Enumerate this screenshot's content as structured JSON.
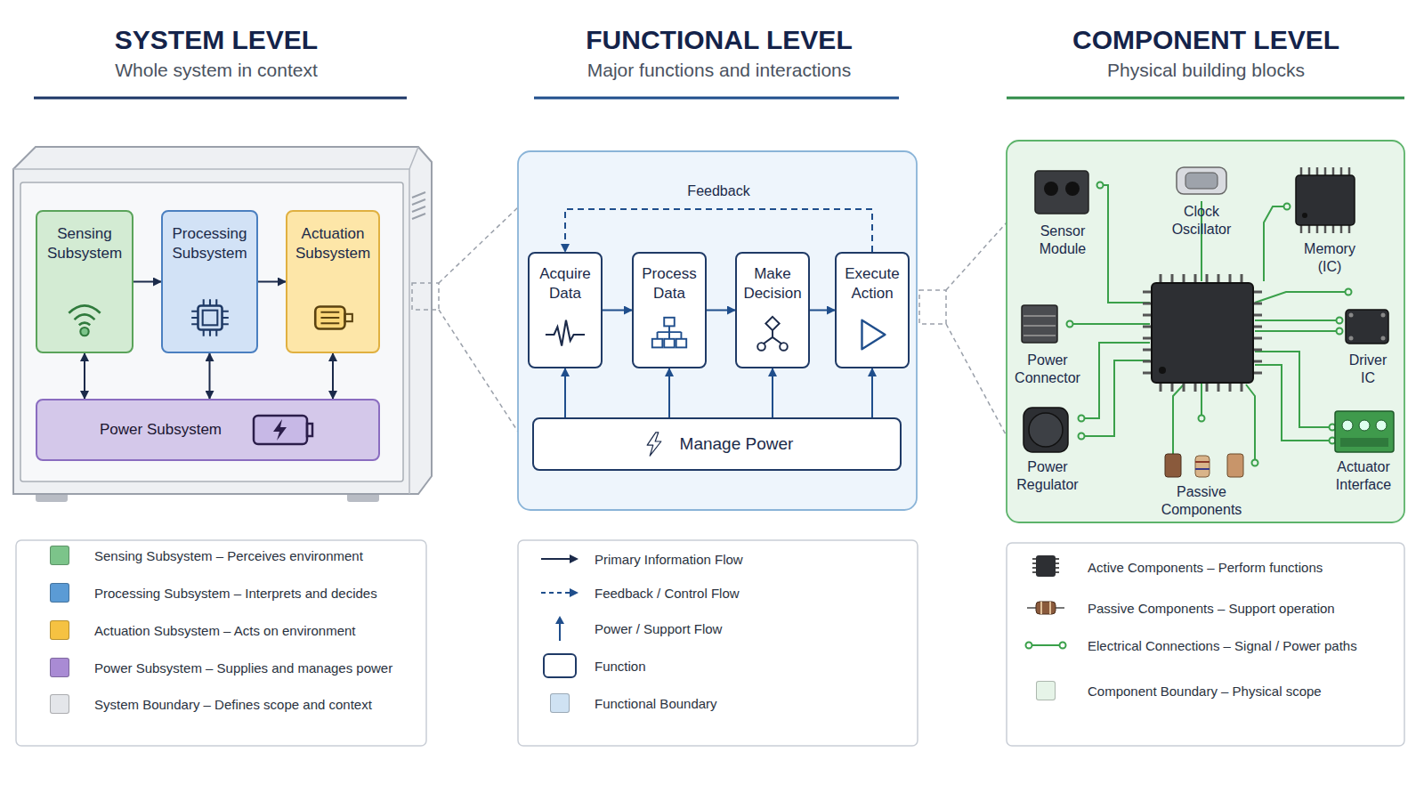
{
  "diagram": {
    "nodes": [
      {
        "text": [
          "Sensing Subsystem"
        ]
      },
      {
        "text": [
          "Processing Subsystem"
        ]
      },
      {
        "text": [
          "Actuation Subsystem"
        ]
      },
      {
        "text": [
          "Power Subsystem"
        ]
      },
      {
        "text": [
          "Acquire Data"
        ]
      },
      {
        "text": [
          "Process Data"
        ]
      },
      {
        "text": [
          "Make Decision"
        ]
      },
      {
        "text": [
          "Execute Action"
        ]
      },
      {
        "text": [
          "Manage Power"
        ]
      }
    ],
    "edges": [
      {
        "from": 0,
        "to": 1,
        "arrow": "to"
      },
      {
        "from": 1,
        "to": 2,
        "arrow": "to"
      },
      {
        "from": 3,
        "to": 0,
        "arrow": "both"
      },
      {
        "from": 3,
        "to": 1,
        "arrow": "both"
      },
      {
        "from": 3,
        "to": 2,
        "arrow": "both"
      },
      {
        "from": 4,
        "to": 5,
        "arrow": "to"
      },
      {
        "from": 5,
        "to": 6,
        "arrow": "to"
      },
      {
        "from": 6,
        "to": 7,
        "arrow": "to"
      },
      {
        "from": 7,
        "to": 4,
        "label": "Feedback",
        "arrow": "to"
      },
      {
        "from": 8,
        "to": 4,
        "arrow": "to"
      },
      {
        "from": 8,
        "to": 5,
        "arrow": "to"
      },
      {
        "from": 8,
        "to": 6,
        "arrow": "to"
      },
      {
        "from": 8,
        "to": 7,
        "arrow": "to"
      }
    ],
    "labels": [
      "SYSTEM LEVEL",
      "Whole system in context",
      "FUNCTIONAL LEVEL",
      "Major functions and interactions",
      "COMPONENT LEVEL",
      "Physical building blocks",
      "Sensor Module",
      "Clock Oscillator",
      "Memory (IC)",
      "Power Connector",
      "Driver IC",
      "Power Regulator",
      "Passive Components",
      "Actuator Interface"
    ],
    "legend": [
      {
        "text": "Sensing Subsystem – Perceives environment",
        "color": "#7cc48a"
      },
      {
        "text": "Processing Subsystem – Interprets and decides",
        "color": "#5b9bd5"
      },
      {
        "text": "Actuation Subsystem – Acts on environment",
        "color": "#f5c242"
      },
      {
        "text": "Power Subsystem – Supplies and manages power",
        "color": "#a98bd4"
      },
      {
        "text": "System Boundary – Defines scope and context",
        "color": "#e4e6ea"
      },
      {
        "text": "Primary Information Flow"
      },
      {
        "text": "Feedback / Control Flow"
      },
      {
        "text": "Power / Support Flow"
      },
      {
        "text": "Function"
      },
      {
        "text": "Functional Boundary",
        "color": "#cfe2f3"
      },
      {
        "text": "Active Components – Perform functions"
      },
      {
        "text": "Passive Components – Support operation"
      },
      {
        "text": "Electrical Connections – Signal / Power paths"
      },
      {
        "text": "Component Boundary – Physical scope",
        "color": "#e6f4e8"
      }
    ]
  }
}
